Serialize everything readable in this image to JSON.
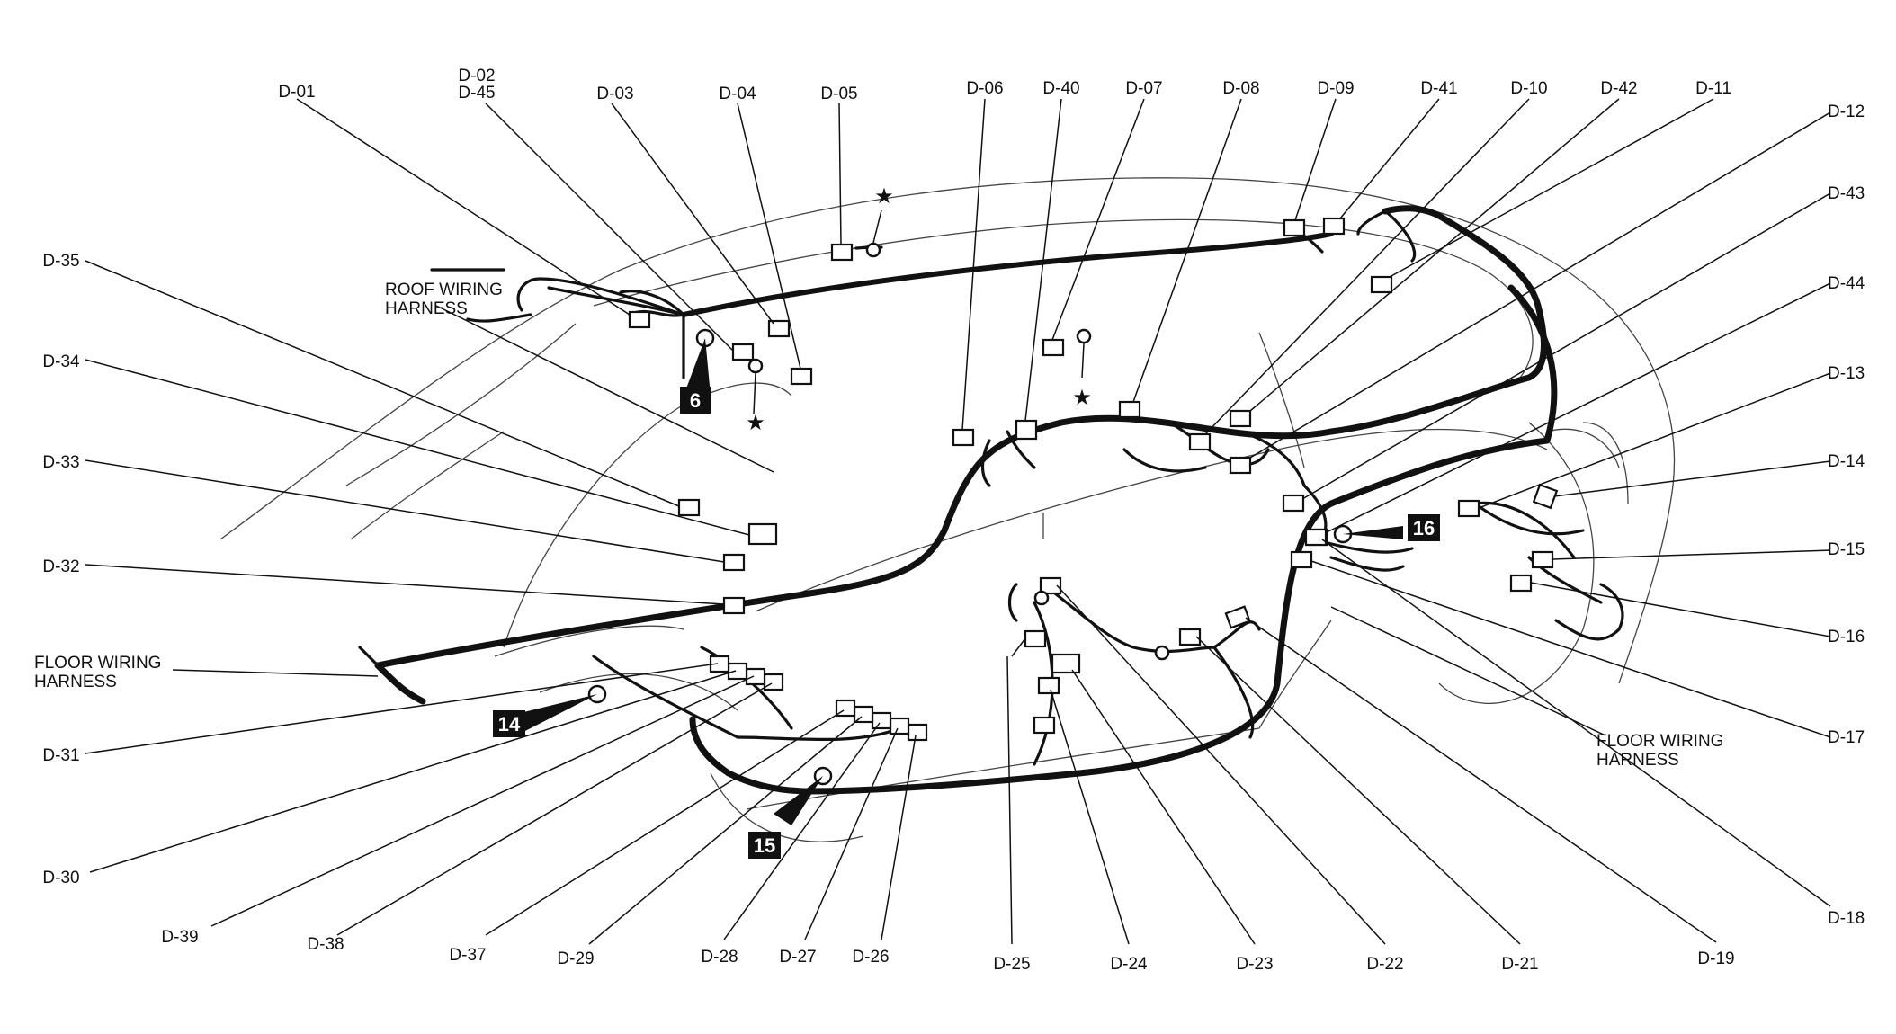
{
  "diagram": {
    "connector_labels": {
      "d01": "D-01",
      "d02": "D-02",
      "d45": "D-45",
      "d03": "D-03",
      "d04": "D-04",
      "d05": "D-05",
      "d06": "D-06",
      "d40": "D-40",
      "d07": "D-07",
      "d08": "D-08",
      "d09": "D-09",
      "d41": "D-41",
      "d10": "D-10",
      "d42": "D-42",
      "d11": "D-11",
      "d12": "D-12",
      "d43": "D-43",
      "d44": "D-44",
      "d13": "D-13",
      "d14": "D-14",
      "d15": "D-15",
      "d16": "D-16",
      "d17": "D-17",
      "d18": "D-18",
      "d19": "D-19",
      "d21": "D-21",
      "d22": "D-22",
      "d23": "D-23",
      "d24": "D-24",
      "d25": "D-25",
      "d26": "D-26",
      "d27": "D-27",
      "d28": "D-28",
      "d29": "D-29",
      "d37": "D-37",
      "d38": "D-38",
      "d39": "D-39",
      "d30": "D-30",
      "d31": "D-31",
      "d32": "D-32",
      "d33": "D-33",
      "d34": "D-34",
      "d35": "D-35"
    },
    "notes": {
      "roof_line1": "ROOF WIRING",
      "roof_line2": "HARNESS",
      "floor_left_line1": "FLOOR WIRING",
      "floor_left_line2": "HARNESS",
      "floor_right_line1": "FLOOR WIRING",
      "floor_right_line2": "HARNESS"
    },
    "badges": {
      "b6": "6",
      "b14": "14",
      "b15": "15",
      "b16": "16"
    },
    "star": "★"
  }
}
